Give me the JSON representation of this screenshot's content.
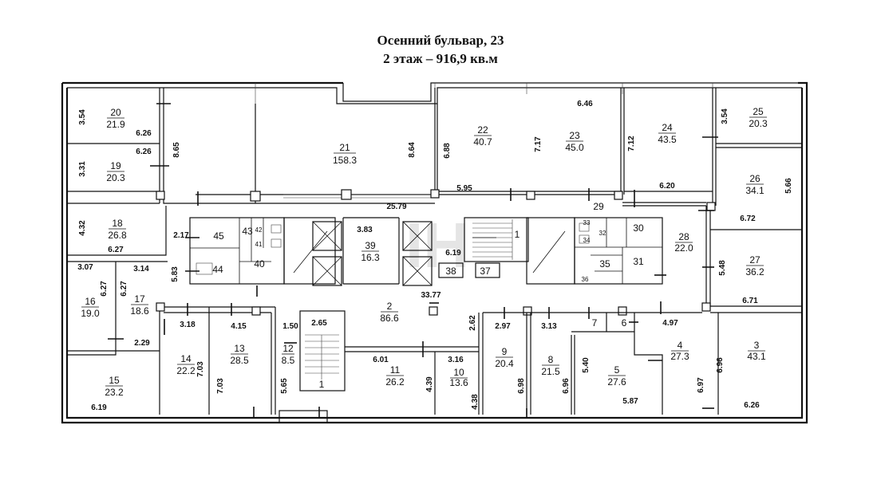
{
  "title": {
    "line1": "Осенний бульвар, 23",
    "line2": "2 этаж – 916,9 кв.м"
  },
  "watermark": "IH",
  "rooms": [
    {
      "id": "r20",
      "number": "20",
      "area": "21.9"
    },
    {
      "id": "r19",
      "number": "19",
      "area": "20.3"
    },
    {
      "id": "r21",
      "number": "21",
      "area": "158.3"
    },
    {
      "id": "r22",
      "number": "22",
      "area": "40.7"
    },
    {
      "id": "r23",
      "number": "23",
      "area": "45.0"
    },
    {
      "id": "r24",
      "number": "24",
      "area": "43.5"
    },
    {
      "id": "r25",
      "number": "25",
      "area": "20.3"
    },
    {
      "id": "r26",
      "number": "26",
      "area": "34.1"
    },
    {
      "id": "r18",
      "number": "18",
      "area": "26.8"
    },
    {
      "id": "r39",
      "number": "39",
      "area": "16.3"
    },
    {
      "id": "r28",
      "number": "28",
      "area": "22.0"
    },
    {
      "id": "r27",
      "number": "27",
      "area": "36.2"
    },
    {
      "id": "r16",
      "number": "16",
      "area": "19.0"
    },
    {
      "id": "r17",
      "number": "17",
      "area": "18.6"
    },
    {
      "id": "r2",
      "number": "2",
      "area": "86.6"
    },
    {
      "id": "r14",
      "number": "14",
      "area": "22.2"
    },
    {
      "id": "r13",
      "number": "13",
      "area": "28.5"
    },
    {
      "id": "r12",
      "number": "12",
      "area": "8.5"
    },
    {
      "id": "r11",
      "number": "11",
      "area": "26.2"
    },
    {
      "id": "r10",
      "number": "10",
      "area": "13.6"
    },
    {
      "id": "r9",
      "number": "9",
      "area": "20.4"
    },
    {
      "id": "r8",
      "number": "8",
      "area": "21.5"
    },
    {
      "id": "r5",
      "number": "5",
      "area": "27.6"
    },
    {
      "id": "r4",
      "number": "4",
      "area": "27.3"
    },
    {
      "id": "r3",
      "number": "3",
      "area": "43.1"
    },
    {
      "id": "r15",
      "number": "15",
      "area": "23.2"
    }
  ],
  "room_labels": {
    "r45": "45",
    "r43": "43",
    "r42": "42",
    "r41": "41",
    "r44": "44",
    "r40": "40",
    "r38": "38",
    "r37": "37",
    "r1a": "1",
    "r1b": "1",
    "r29": "29",
    "r30": "30",
    "r31": "31",
    "r32": "32",
    "r33": "33",
    "r34": "34",
    "r35": "35",
    "r36": "36",
    "r7": "7",
    "r6": "6"
  },
  "dimensions": {
    "d_3_54a": "3.54",
    "d_6_26a": "6.26",
    "d_6_26b": "6.26",
    "d_3_31": "3.31",
    "d_8_65": "8.65",
    "d_8_64": "8.64",
    "d_6_88": "6.88",
    "d_7_17": "7.17",
    "d_6_46": "6.46",
    "d_7_12": "7.12",
    "d_3_54b": "3.54",
    "d_5_95": "5.95",
    "d_25_79": "25.79",
    "d_6_20": "6.20",
    "d_5_66": "5.66",
    "d_6_72": "6.72",
    "d_4_32": "4.32",
    "d_2_17": "2.17",
    "d_6_27a": "6.27",
    "d_3_83": "3.83",
    "d_6_19a": "6.19",
    "d_5_83": "5.83",
    "d_3_07": "3.07",
    "d_6_27b": "6.27",
    "d_6_27c": "6.27",
    "d_3_14": "3.14",
    "d_33_77": "33.77",
    "d_5_48": "5.48",
    "d_6_71": "6.71",
    "d_3_18": "3.18",
    "d_4_15": "4.15",
    "d_1_50": "1.50",
    "d_2_65": "2.65",
    "d_2_62": "2.62",
    "d_2_97": "2.97",
    "d_3_13": "3.13",
    "d_4_97": "4.97",
    "d_2_29": "2.29",
    "d_6_01": "6.01",
    "d_3_16": "3.16",
    "d_7_03a": "7.03",
    "d_7_03b": "7.03",
    "d_5_65": "5.65",
    "d_4_39": "4.39",
    "d_4_38": "4.38",
    "d_6_98": "6.98",
    "d_6_96a": "6.96",
    "d_5_40": "5.40",
    "d_6_97": "6.97",
    "d_6_96b": "6.96",
    "d_6_19b": "6.19",
    "d_5_87": "5.87",
    "d_6_26c": "6.26"
  }
}
